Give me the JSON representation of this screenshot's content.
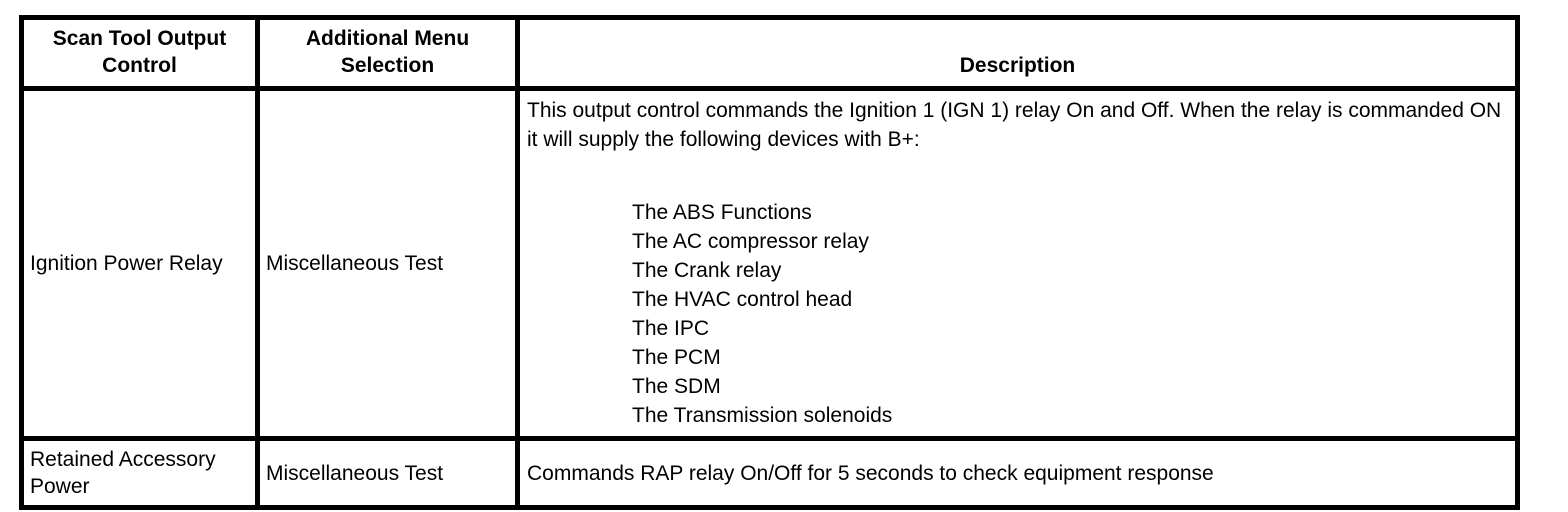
{
  "document": {
    "background_color": "#ffffff",
    "border_color": "#000000",
    "text_color": "#000000"
  },
  "table": {
    "headers": [
      "Scan Tool Output Control",
      "Additional Menu Selection",
      "Description"
    ],
    "rows": [
      {
        "control": "Ignition Power Relay",
        "menu": "Miscellaneous Test",
        "description_intro": "This output control commands the Ignition 1 (IGN 1) relay On and Off. When the relay is commanded ON it will supply the following devices with B+:",
        "devices": [
          "The ABS Functions",
          "The AC compressor relay",
          "The Crank relay",
          "The HVAC control head",
          "The IPC",
          "The PCM",
          "The SDM",
          "The Transmission solenoids"
        ]
      },
      {
        "control": "Retained Accessory Power",
        "menu": "Miscellaneous Test",
        "description": "Commands RAP relay On/Off for 5 seconds to check equipment response"
      }
    ]
  }
}
